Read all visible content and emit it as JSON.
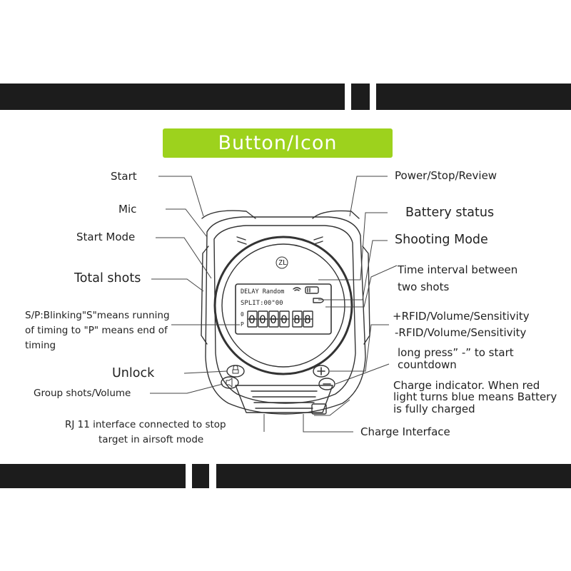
{
  "title": "Button/Icon",
  "device": {
    "brand_mark": "ZL",
    "screen_line1": "DELAY Random",
    "screen_line2": "SPLIT:00\"00",
    "digits": "0000.88",
    "sp_top": "0",
    "sp_bottom": "P",
    "plus_symbol": "+",
    "minus_symbol": "−"
  },
  "labels": {
    "start": "Start",
    "mic": "Mic",
    "start_mode": "Start Mode",
    "total_shots": "Total shots",
    "sp_line1": "S/P:Blinking\"S\"means running",
    "sp_line2": "of timing  to \"P\" means end of",
    "sp_line3": "timing",
    "unlock": "Unlock",
    "group_shots": "Group  shots/Volume",
    "rj11_line1": "RJ 11 interface connected to stop",
    "rj11_line2": "target in airsoft mode",
    "power": "Power/Stop/Review",
    "battery": "Battery status",
    "shooting_mode": "Shooting Mode",
    "interval_line1": "Time interval between",
    "interval_line2": "two shots",
    "plus_rfid": "+RFID/Volume/Sensitivity",
    "minus_rfid": "-RFID/Volume/Sensitivity",
    "long_press_line1": "long press” -”  to start",
    "long_press_line2": "countdown",
    "charge_ind_line1": "Charge indicator. When red",
    "charge_ind_line2": "light turns blue means Battery",
    "charge_ind_line3": "is fully charged",
    "charge_interface": "Charge Interface"
  },
  "colors": {
    "accent": "#9dd21d",
    "bar": "#1c1c1c"
  }
}
